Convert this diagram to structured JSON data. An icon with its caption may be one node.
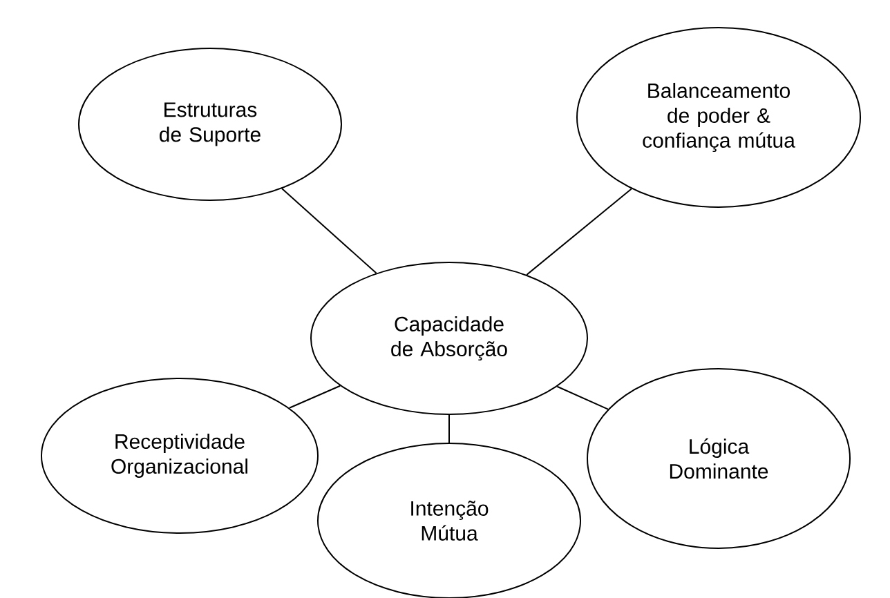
{
  "diagram": {
    "nodes": [
      {
        "text": [
          "Capacidade de Absorção"
        ]
      },
      {
        "text": [
          "Estruturas de Suporte"
        ]
      },
      {
        "text": [
          "Balanceamento de poder & confiança mútua"
        ]
      },
      {
        "text": [
          "Receptividade Organizacional"
        ]
      },
      {
        "text": [
          "Intenção Mútua"
        ]
      },
      {
        "text": [
          "Lógica Dominante"
        ]
      }
    ],
    "edges": [
      {
        "from": 0,
        "to": 1,
        "arrow": "none"
      },
      {
        "from": 0,
        "to": 2,
        "arrow": "none"
      },
      {
        "from": 0,
        "to": 3,
        "arrow": "none"
      },
      {
        "from": 0,
        "to": 4,
        "arrow": "none"
      },
      {
        "from": 0,
        "to": 5,
        "arrow": "none"
      }
    ]
  }
}
